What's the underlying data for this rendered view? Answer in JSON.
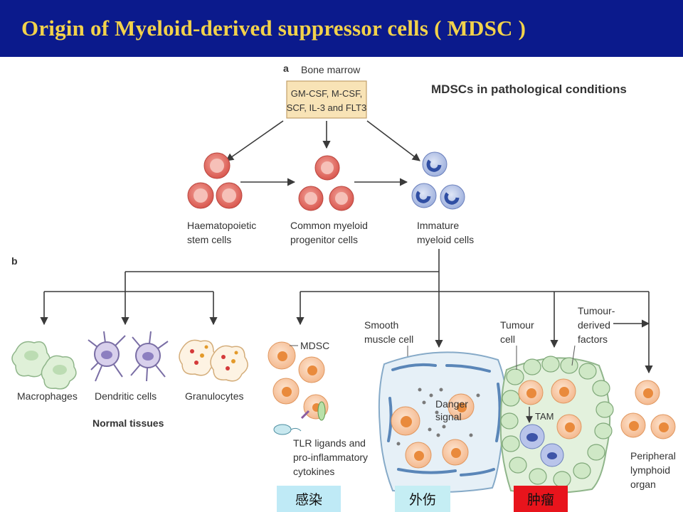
{
  "title": "Origin of Myeloid-derived  suppressor cells ( MDSC )",
  "panel_a": {
    "letter": "a",
    "source": "Bone marrow",
    "factors": [
      "GM-CSF, M-CSF,",
      "SCF, IL-3 and FLT3"
    ],
    "heading": "MDSCs in pathological conditions",
    "stages": [
      [
        "Haematopoietic",
        "stem cells"
      ],
      [
        "Common myeloid",
        "progenitor cells"
      ],
      [
        "Immature",
        "myeloid cells"
      ]
    ]
  },
  "panel_b": {
    "letter": "b",
    "normal_cells": [
      "Macrophages",
      "Dendritic cells",
      "Granulocytes"
    ],
    "normal_group": "Normal tissues",
    "infection": {
      "mdsc": "MDSC",
      "ligands": [
        "TLR ligands and",
        "pro-inflammatory",
        "cytokines"
      ]
    },
    "trauma": {
      "smooth_muscle": [
        "Smooth",
        "muscle cell"
      ],
      "danger": [
        "Danger",
        "signal"
      ]
    },
    "tumour": {
      "cell": [
        "Tumour",
        "cell"
      ],
      "factors": [
        "Tumour-",
        "derived",
        "factors"
      ],
      "tam": "TAM"
    },
    "lymphoid": [
      "Peripheral",
      "lymphoid",
      "organ"
    ]
  },
  "condition_labels": {
    "infection": "感染",
    "trauma": "外伤",
    "tumour": "肿瘤"
  },
  "colors": {
    "title_bar": "#0b1a8c",
    "title_text": "#f2d24b",
    "infection": "#bfeaf6",
    "trauma": "#c5eef4",
    "tumour": "#e8141c"
  }
}
